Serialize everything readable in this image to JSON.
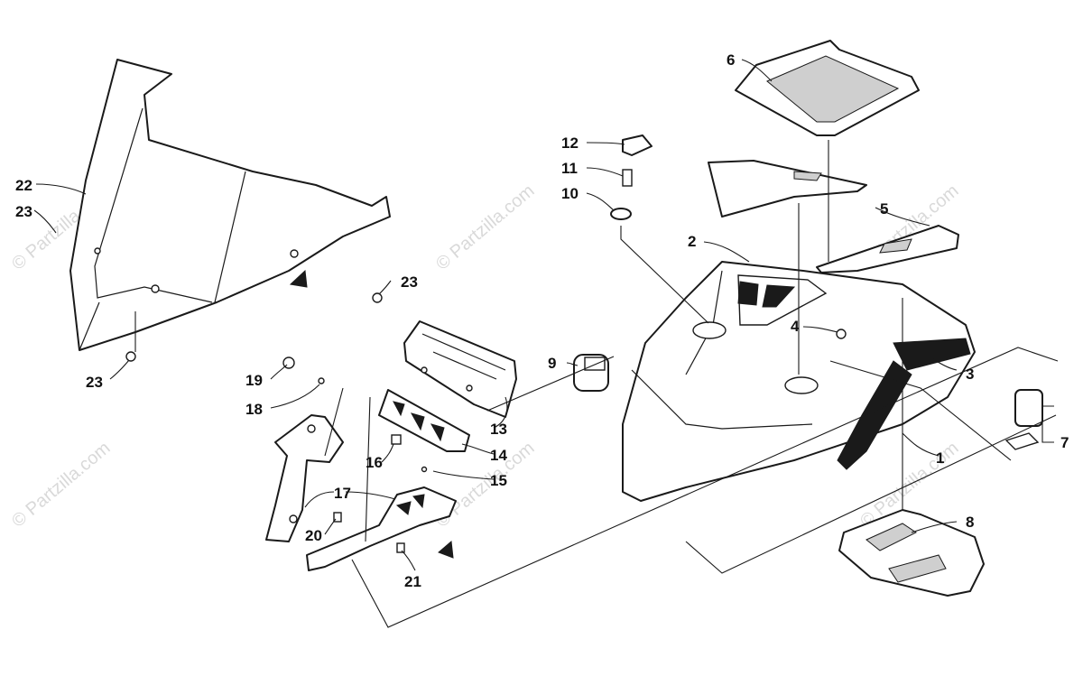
{
  "watermark": "© Partzilla.com",
  "callouts": [
    "1",
    "2",
    "3",
    "4",
    "5",
    "6",
    "7",
    "8",
    "9",
    "10",
    "11",
    "12",
    "13",
    "14",
    "15",
    "16",
    "17",
    "18",
    "19",
    "20",
    "21",
    "22",
    "23",
    "23",
    "23",
    "23"
  ]
}
